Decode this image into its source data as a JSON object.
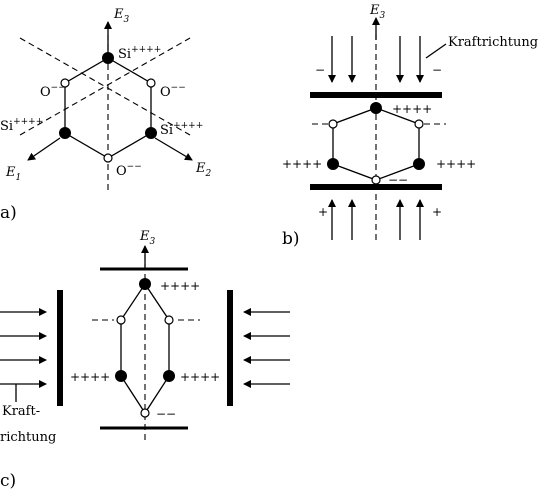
{
  "panels": {
    "a": {
      "label": "a)",
      "axis_e3": "E",
      "axis_e3_sub": "3",
      "axis_e1": "E",
      "axis_e1_sub": "1",
      "axis_e2": "E",
      "axis_e2_sub": "2",
      "si_label": "Si",
      "si_charge": "++++",
      "o_label": "O",
      "o_charge": "−−"
    },
    "b": {
      "label": "b)",
      "axis_e3": "E",
      "axis_e3_sub": "3",
      "force_label": "Kraftrichtung",
      "top_sign_left": "−",
      "top_sign_right": "−",
      "bottom_sign_left": "+",
      "bottom_sign_right": "+",
      "charge_plus": "++++",
      "charge_minus": "−−"
    },
    "c": {
      "label": "c)",
      "axis_e3": "E",
      "axis_e3_sub": "3",
      "force_label_1": "Kraft-",
      "force_label_2": "richtung",
      "charge_plus": "++++",
      "charge_minus": "−−"
    }
  }
}
